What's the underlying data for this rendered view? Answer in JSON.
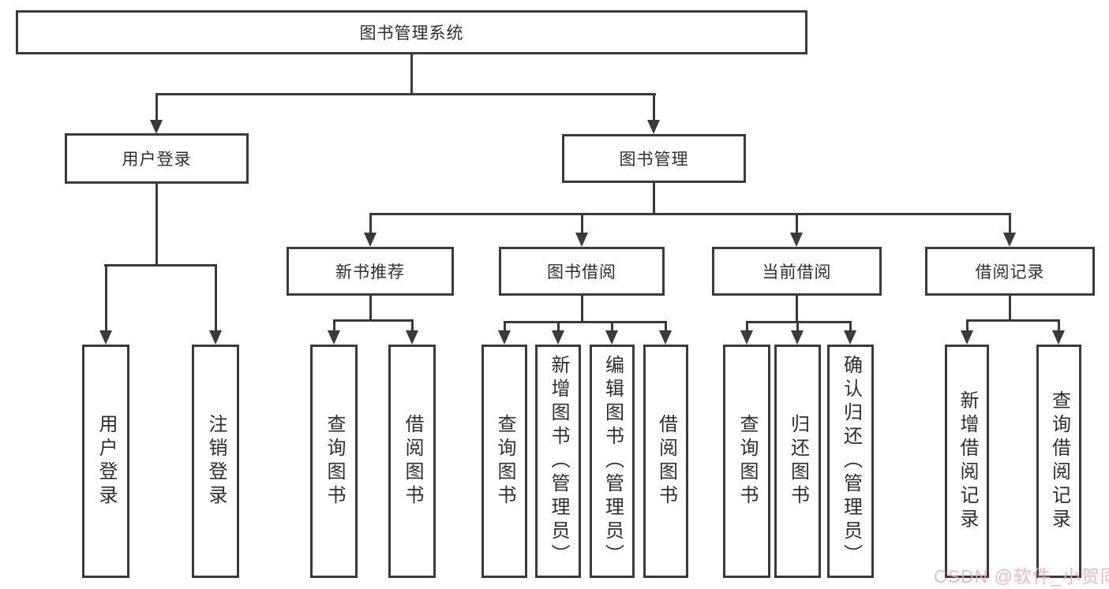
{
  "tree": {
    "label": "图书管理系统",
    "children": [
      {
        "label": "用户登录",
        "children": [
          {
            "label": "用户登录"
          },
          {
            "label": "注销登录"
          }
        ]
      },
      {
        "label": "图书管理",
        "children": [
          {
            "label": "新书推荐",
            "children": [
              {
                "label": "查询图书"
              },
              {
                "label": "借阅图书"
              }
            ]
          },
          {
            "label": "图书借阅",
            "children": [
              {
                "label": "查询图书"
              },
              {
                "label": "新增图书（管理员）"
              },
              {
                "label": "编辑图书（管理员）"
              },
              {
                "label": "借阅图书"
              }
            ]
          },
          {
            "label": "当前借阅",
            "children": [
              {
                "label": "查询图书"
              },
              {
                "label": "归还图书"
              },
              {
                "label": "确认归还（管理员）"
              }
            ]
          },
          {
            "label": "借阅记录",
            "children": [
              {
                "label": "新增借阅记录"
              },
              {
                "label": "查询借阅记录"
              }
            ]
          }
        ]
      }
    ]
  },
  "watermark": {
    "text": "CSDN @软件_小贺同学",
    "color": "#eeaab8"
  },
  "diagram_colors": {
    "line": "#3a3a3a",
    "background": "#ffffff"
  }
}
